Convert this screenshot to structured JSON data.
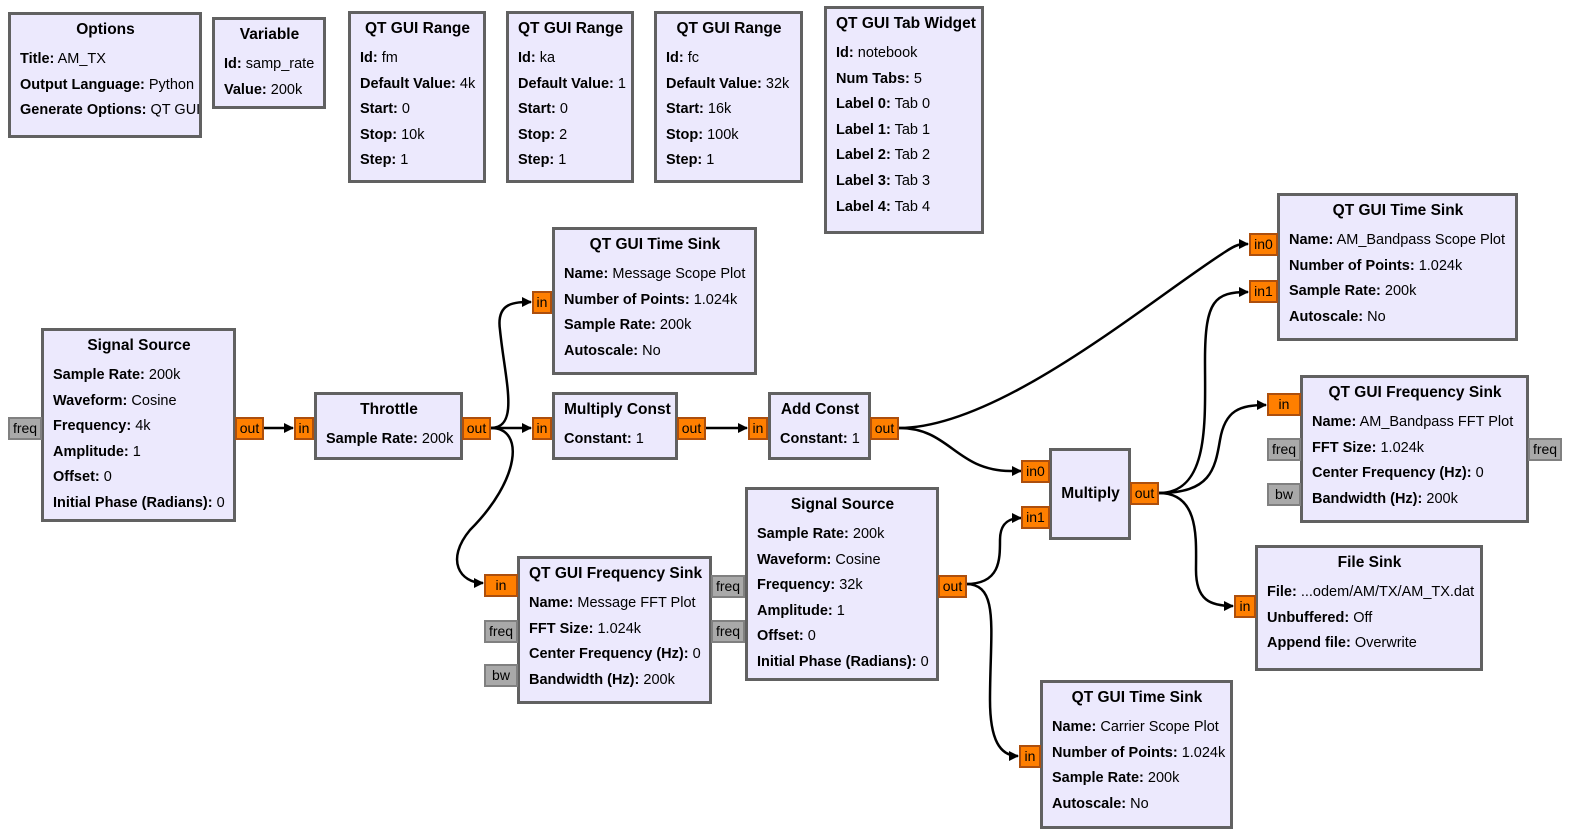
{
  "blocks": {
    "options": {
      "title": "Options",
      "rows": [
        {
          "k": "Title:",
          "v": "AM_TX"
        },
        {
          "k": "Output Language:",
          "v": "Python"
        },
        {
          "k": "Generate Options:",
          "v": "QT GUI"
        }
      ]
    },
    "variable": {
      "title": "Variable",
      "rows": [
        {
          "k": "Id:",
          "v": "samp_rate"
        },
        {
          "k": "Value:",
          "v": "200k"
        }
      ]
    },
    "range_fm": {
      "title": "QT GUI Range",
      "rows": [
        {
          "k": "Id:",
          "v": "fm"
        },
        {
          "k": "Default Value:",
          "v": "4k"
        },
        {
          "k": "Start:",
          "v": "0"
        },
        {
          "k": "Stop:",
          "v": "10k"
        },
        {
          "k": "Step:",
          "v": "1"
        }
      ]
    },
    "range_ka": {
      "title": "QT GUI Range",
      "rows": [
        {
          "k": "Id:",
          "v": "ka"
        },
        {
          "k": "Default Value:",
          "v": "1"
        },
        {
          "k": "Start:",
          "v": "0"
        },
        {
          "k": "Stop:",
          "v": "2"
        },
        {
          "k": "Step:",
          "v": "1"
        }
      ]
    },
    "range_fc": {
      "title": "QT GUI Range",
      "rows": [
        {
          "k": "Id:",
          "v": "fc"
        },
        {
          "k": "Default Value:",
          "v": "32k"
        },
        {
          "k": "Start:",
          "v": "16k"
        },
        {
          "k": "Stop:",
          "v": "100k"
        },
        {
          "k": "Step:",
          "v": "1"
        }
      ]
    },
    "tabwidget": {
      "title": "QT GUI Tab Widget",
      "rows": [
        {
          "k": "Id:",
          "v": "notebook"
        },
        {
          "k": "Num Tabs:",
          "v": "5"
        },
        {
          "k": "Label 0:",
          "v": "Tab 0"
        },
        {
          "k": "Label 1:",
          "v": "Tab 1"
        },
        {
          "k": "Label 2:",
          "v": "Tab 2"
        },
        {
          "k": "Label 3:",
          "v": "Tab 3"
        },
        {
          "k": "Label 4:",
          "v": "Tab 4"
        }
      ]
    },
    "sigsrc1": {
      "title": "Signal Source",
      "rows": [
        {
          "k": "Sample Rate:",
          "v": "200k"
        },
        {
          "k": "Waveform:",
          "v": "Cosine"
        },
        {
          "k": "Frequency:",
          "v": "4k"
        },
        {
          "k": "Amplitude:",
          "v": "1"
        },
        {
          "k": "Offset:",
          "v": "0"
        },
        {
          "k": "Initial Phase (Radians):",
          "v": "0"
        }
      ]
    },
    "throttle": {
      "title": "Throttle",
      "rows": [
        {
          "k": "Sample Rate:",
          "v": "200k"
        }
      ]
    },
    "timesink_msg": {
      "title": "QT GUI Time Sink",
      "rows": [
        {
          "k": "Name:",
          "v": "Message Scope Plot"
        },
        {
          "k": "Number of Points:",
          "v": "1.024k"
        },
        {
          "k": "Sample Rate:",
          "v": "200k"
        },
        {
          "k": "Autoscale:",
          "v": "No"
        }
      ]
    },
    "multconst": {
      "title": "Multiply Const",
      "rows": [
        {
          "k": "Constant:",
          "v": "1"
        }
      ]
    },
    "addconst": {
      "title": "Add Const",
      "rows": [
        {
          "k": "Constant:",
          "v": "1"
        }
      ]
    },
    "freqsink_msg": {
      "title": "QT GUI Frequency Sink",
      "rows": [
        {
          "k": "Name:",
          "v": "Message FFT Plot"
        },
        {
          "k": "FFT Size:",
          "v": "1.024k"
        },
        {
          "k": "Center Frequency (Hz):",
          "v": "0"
        },
        {
          "k": "Bandwidth (Hz):",
          "v": "200k"
        }
      ]
    },
    "sigsrc2": {
      "title": "Signal Source",
      "rows": [
        {
          "k": "Sample Rate:",
          "v": "200k"
        },
        {
          "k": "Waveform:",
          "v": "Cosine"
        },
        {
          "k": "Frequency:",
          "v": "32k"
        },
        {
          "k": "Amplitude:",
          "v": "1"
        },
        {
          "k": "Offset:",
          "v": "0"
        },
        {
          "k": "Initial Phase (Radians):",
          "v": "0"
        }
      ]
    },
    "multiply": {
      "title": "Multiply",
      "rows": []
    },
    "timesink_bp": {
      "title": "QT GUI Time Sink",
      "rows": [
        {
          "k": "Name:",
          "v": "AM_Bandpass  Scope Plot"
        },
        {
          "k": "Number of Points:",
          "v": "1.024k"
        },
        {
          "k": "Sample Rate:",
          "v": "200k"
        },
        {
          "k": "Autoscale:",
          "v": "No"
        }
      ]
    },
    "freqsink_bp": {
      "title": "QT GUI Frequency Sink",
      "rows": [
        {
          "k": "Name:",
          "v": "AM_Bandpass FFT Plot"
        },
        {
          "k": "FFT Size:",
          "v": "1.024k"
        },
        {
          "k": "Center Frequency (Hz):",
          "v": "0"
        },
        {
          "k": "Bandwidth (Hz):",
          "v": "200k"
        }
      ]
    },
    "filesink": {
      "title": "File Sink",
      "rows": [
        {
          "k": "File:",
          "v": "...odem/AM/TX/AM_TX.dat"
        },
        {
          "k": "Unbuffered:",
          "v": "Off"
        },
        {
          "k": "Append file:",
          "v": "Overwrite"
        }
      ]
    },
    "timesink_carrier": {
      "title": "QT GUI Time Sink",
      "rows": [
        {
          "k": "Name:",
          "v": "Carrier Scope Plot"
        },
        {
          "k": "Number of Points:",
          "v": "1.024k"
        },
        {
          "k": "Sample Rate:",
          "v": "200k"
        },
        {
          "k": "Autoscale:",
          "v": "No"
        }
      ]
    }
  },
  "ports": {
    "sigsrc1_freq": "freq",
    "sigsrc1_out": "out",
    "throttle_in": "in",
    "throttle_out": "out",
    "timesink_msg_in": "in",
    "multconst_in": "in",
    "multconst_out": "out",
    "addconst_in": "in",
    "addconst_out": "out",
    "freqsink_msg_in": "in",
    "freqsink_msg_freq": "freq",
    "freqsink_msg_bw": "bw",
    "sigsrc2_freq_in": "freq",
    "sigsrc2_freq_in2": "freq",
    "sigsrc2_out": "out",
    "multiply_in0": "in0",
    "multiply_in1": "in1",
    "multiply_out": "out",
    "timesink_bp_in0": "in0",
    "timesink_bp_in1": "in1",
    "freqsink_bp_in": "in",
    "freqsink_bp_freq": "freq",
    "freqsink_bp_bw": "bw",
    "freqsink_bp_freq_out": "freq",
    "filesink_in": "in",
    "timesink_carrier_in": "in"
  },
  "colors": {
    "block_fill": "#ece9fd",
    "block_border": "#616161",
    "port_orange": "#ff7f00",
    "port_gray": "#a9a9a9",
    "wire": "#000000"
  }
}
